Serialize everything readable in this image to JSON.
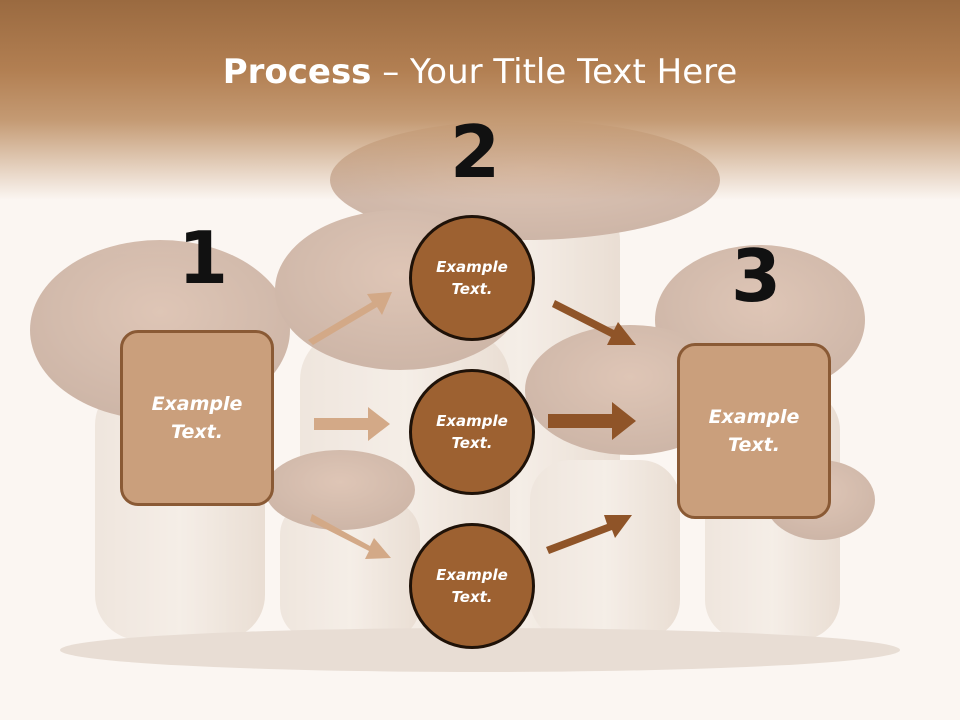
{
  "title": {
    "strong": "Process",
    "rest": " – Your Title Text Here"
  },
  "steps": [
    {
      "number": "1"
    },
    {
      "number": "2"
    },
    {
      "number": "3"
    }
  ],
  "left_box": {
    "text": "Example Text."
  },
  "right_box": {
    "text": "Example Text."
  },
  "circles": [
    {
      "text": "Example Text."
    },
    {
      "text": "Example Text."
    },
    {
      "text": "Example Text."
    }
  ],
  "colors": {
    "header": "#b27f52",
    "box_fill": "#ca9f7c",
    "box_border": "#8a5a35",
    "circle_fill": "#9d6131",
    "circle_border": "#1f1208",
    "arrow_light": "#d3a987",
    "arrow_dark": "#8f5428"
  }
}
